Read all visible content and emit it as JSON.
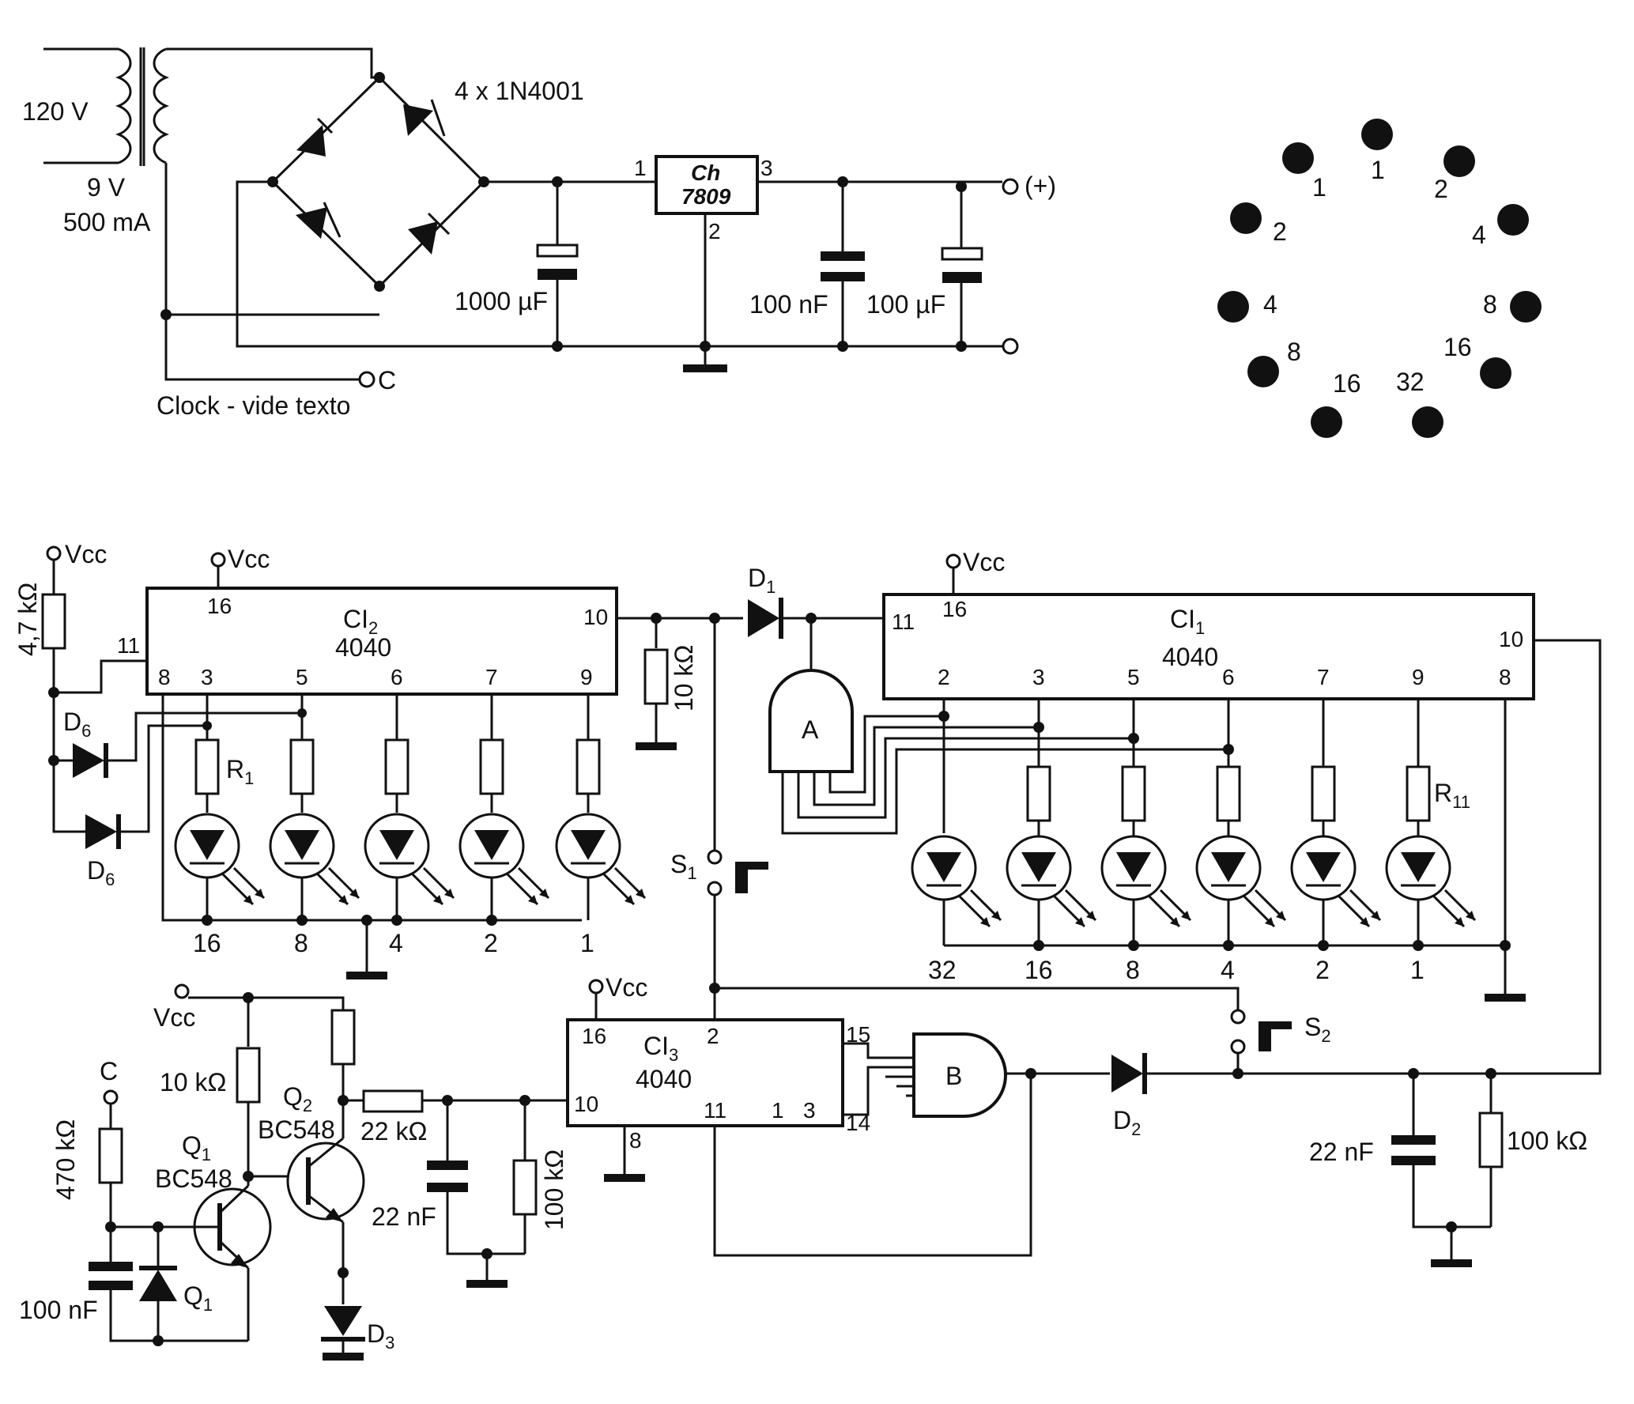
{
  "power_supply": {
    "mains_label": "120 V",
    "transformer_voltage": "9 V",
    "transformer_current": "500 mA",
    "bridge_label": "4 x 1N4001",
    "regulator_brand": "Ch",
    "regulator_part": "7809",
    "pin1": "1",
    "pin2": "2",
    "pin3": "3",
    "c1": "1000 µF",
    "c2": "100 nF",
    "c3": "100 µF",
    "out_plus": "(+)",
    "clock_label": "Clock - vide texto",
    "clock_terminal": "C"
  },
  "dial": {
    "inner_labels": [
      "1",
      "2",
      "4",
      "8",
      "16"
    ],
    "outer_labels": [
      "1",
      "2",
      "4",
      "8",
      "16",
      "32"
    ]
  },
  "ci2": {
    "name": "CI",
    "sub": "2",
    "part": "4040",
    "vcc": "Vcc",
    "vcc_pin": "16",
    "out_pin": "10",
    "reset_pin": "11",
    "pins": [
      "8",
      "3",
      "5",
      "6",
      "7",
      "9"
    ],
    "r4k7": "4,7 kΩ",
    "r10k": "10 kΩ",
    "vcc_left": "Vcc",
    "pin11": "11",
    "d6": "D",
    "d6sub": "6",
    "r1": "R",
    "r1sub": "1",
    "weights": [
      "16",
      "8",
      "4",
      "2",
      "1"
    ]
  },
  "ci1": {
    "name": "CI",
    "sub": "1",
    "part": "4040",
    "vcc": "Vcc",
    "vcc_pin": "16",
    "pin11": "11",
    "pin10": "10",
    "pins": [
      "2",
      "3",
      "5",
      "6",
      "7",
      "9",
      "8"
    ],
    "d1": "D",
    "d1sub": "1",
    "gate": "A",
    "r11": "R",
    "r11sub": "11",
    "weights": [
      "32",
      "16",
      "8",
      "4",
      "2",
      "1"
    ]
  },
  "switches": {
    "s1": "S",
    "s1sub": "1",
    "s2": "S",
    "s2sub": "2"
  },
  "ci3": {
    "name": "CI",
    "sub": "3",
    "part": "4040",
    "vcc": "Vcc",
    "pin16": "16",
    "pin2": "2",
    "pin15": "15",
    "pin10": "10",
    "pin8": "8",
    "pin11": "11",
    "pin1": "1",
    "pin3": "3",
    "pin14": "14",
    "gate": "B",
    "d2": "D",
    "d2sub": "2",
    "c22n": "22 nF",
    "r100k": "100 kΩ"
  },
  "clock_circuit": {
    "vcc": "Vcc",
    "c": "C",
    "r470k": "470 kΩ",
    "r10k": "10 kΩ",
    "q1": "Q",
    "q1sub": "1",
    "q1part": "BC548",
    "q2": "Q",
    "q2sub": "2",
    "q2part": "BC548",
    "c100n": "100 nF",
    "zener": "Q",
    "zenersub": "1",
    "r22k": "22 kΩ",
    "c22n": "22 nF",
    "r100k": "100 kΩ",
    "d3": "D",
    "d3sub": "3"
  }
}
